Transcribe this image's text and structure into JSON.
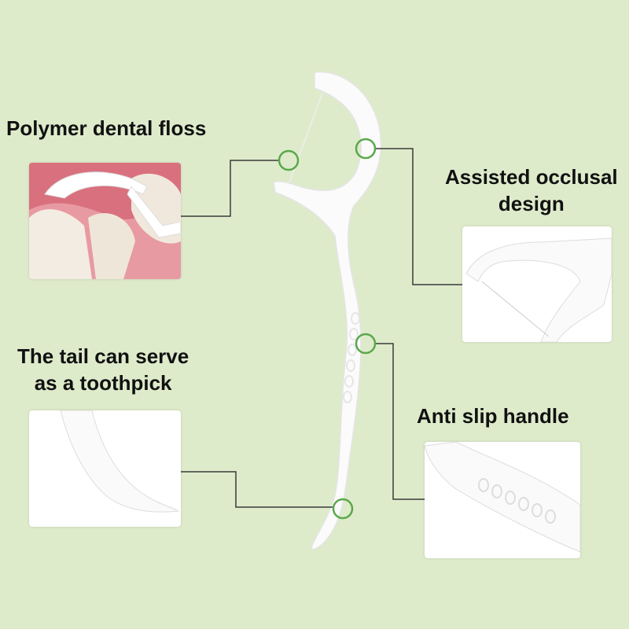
{
  "features": [
    {
      "id": "floss",
      "label": "Polymer dental floss"
    },
    {
      "id": "occlusal",
      "label_line1": "Assisted occlusal",
      "label_line2": "design"
    },
    {
      "id": "tail",
      "label_line1": "The tail can serve",
      "label_line2": "as a toothpick"
    },
    {
      "id": "handle",
      "label": "Anti slip handle"
    }
  ],
  "colors": {
    "background": "#deebcb",
    "marker": "#5aa84a",
    "connector": "#3a3a3a"
  }
}
